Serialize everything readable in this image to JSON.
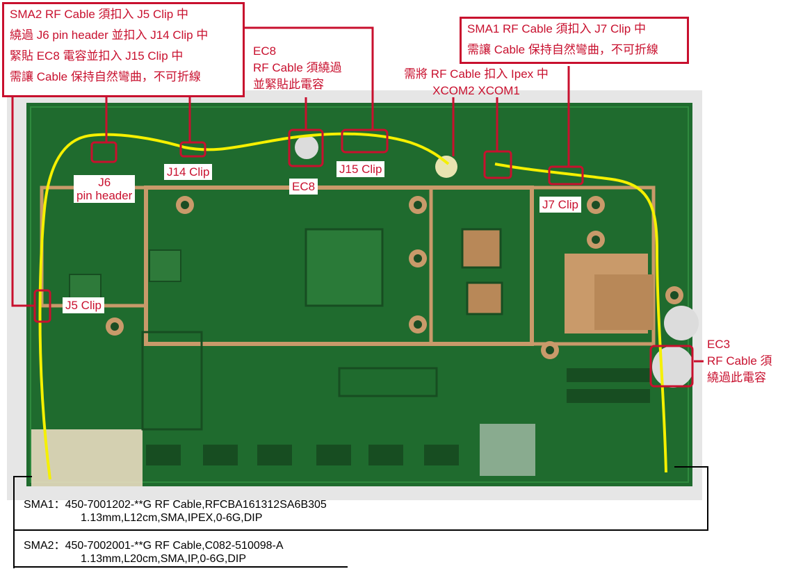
{
  "notes": {
    "sma2_instructions": [
      "SMA2 RF Cable 須扣入 J5 Clip 中",
      "繞過 J6 pin header 並扣入 J14 Clip 中",
      "緊貼 EC8 電容並扣入 J15 Clip 中",
      "需讓 Cable 保持自然彎曲，不可折線"
    ],
    "ec8_note": [
      "EC8",
      "RF Cable 須繞過",
      "並緊貼此電容"
    ],
    "ipex_note": [
      "需將 RF Cable 扣入 Ipex 中",
      "XCOM2 XCOM1"
    ],
    "sma1_instructions": [
      "SMA1 RF Cable 須扣入 J7 Clip 中",
      "需讓 Cable 保持自然彎曲，不可折線"
    ],
    "ec3_note": [
      "EC3",
      "RF Cable 須",
      "繞過此電容"
    ]
  },
  "labels": {
    "j6": [
      "J6",
      "pin header"
    ],
    "j14": "J14 Clip",
    "ec8": "EC8",
    "j15": "J15 Clip",
    "j7": "J7 Clip",
    "j5": "J5 Clip"
  },
  "specs": {
    "sma1_line1": "SMA1：450-7001202-**G RF Cable,RFCBA161312SA6B305",
    "sma1_line2": "1.13mm,L12cm,SMA,IPEX,0-6G,DIP",
    "sma2_line1": "SMA2：450-7002001-**G RF Cable,C082-510098-A",
    "sma2_line2": "1.13mm,L20cm,SMA,IP,0-6G,DIP"
  },
  "colors": {
    "annotation_red": "#c8102e",
    "cable_yellow": "#f5f000",
    "pcb_green": "#1f6b2e",
    "pad_copper": "#c99a6a"
  }
}
